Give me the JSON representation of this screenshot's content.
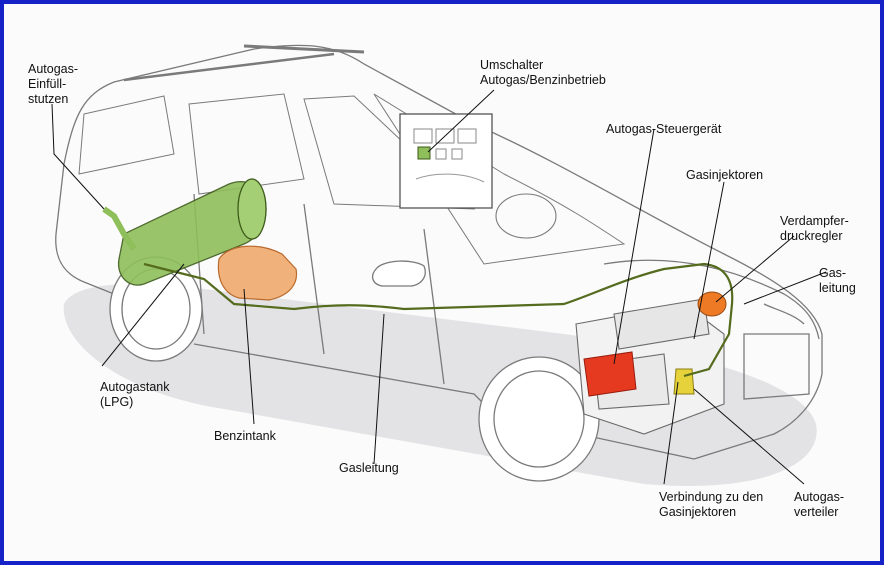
{
  "colors": {
    "frame": "#1522c8",
    "lpg_tank": "#8fbf5a",
    "petrol_tank": "#f0b27a",
    "control_unit": "#e53a1f",
    "regulator": "#ee7a25",
    "distributor": "#e6d23a",
    "gas_line": "#556b1e"
  },
  "labels": {
    "filler_line1": "Autogas-",
    "filler_line2": "Einfüll-",
    "filler_line3": "stutzen",
    "switch_line1": "Umschalter",
    "switch_line2": "Autogas/Benzinbetrieb",
    "control_unit": "Autogas-Steuergerät",
    "injectors": "Gasinjektoren",
    "regulator_line1": "Verdampfer-",
    "regulator_line2": "druckregler",
    "gas_line_right_1": "Gas-",
    "gas_line_right_2": "leitung",
    "lpg_tank_line1": "Autogastank",
    "lpg_tank_line2": "(LPG)",
    "petrol_tank": "Benzintank",
    "gas_line_bottom": "Gasleitung",
    "connection_line1": "Verbindung zu den",
    "connection_line2": "Gasinjektoren",
    "distributor_line1": "Autogas-",
    "distributor_line2": "verteiler"
  }
}
